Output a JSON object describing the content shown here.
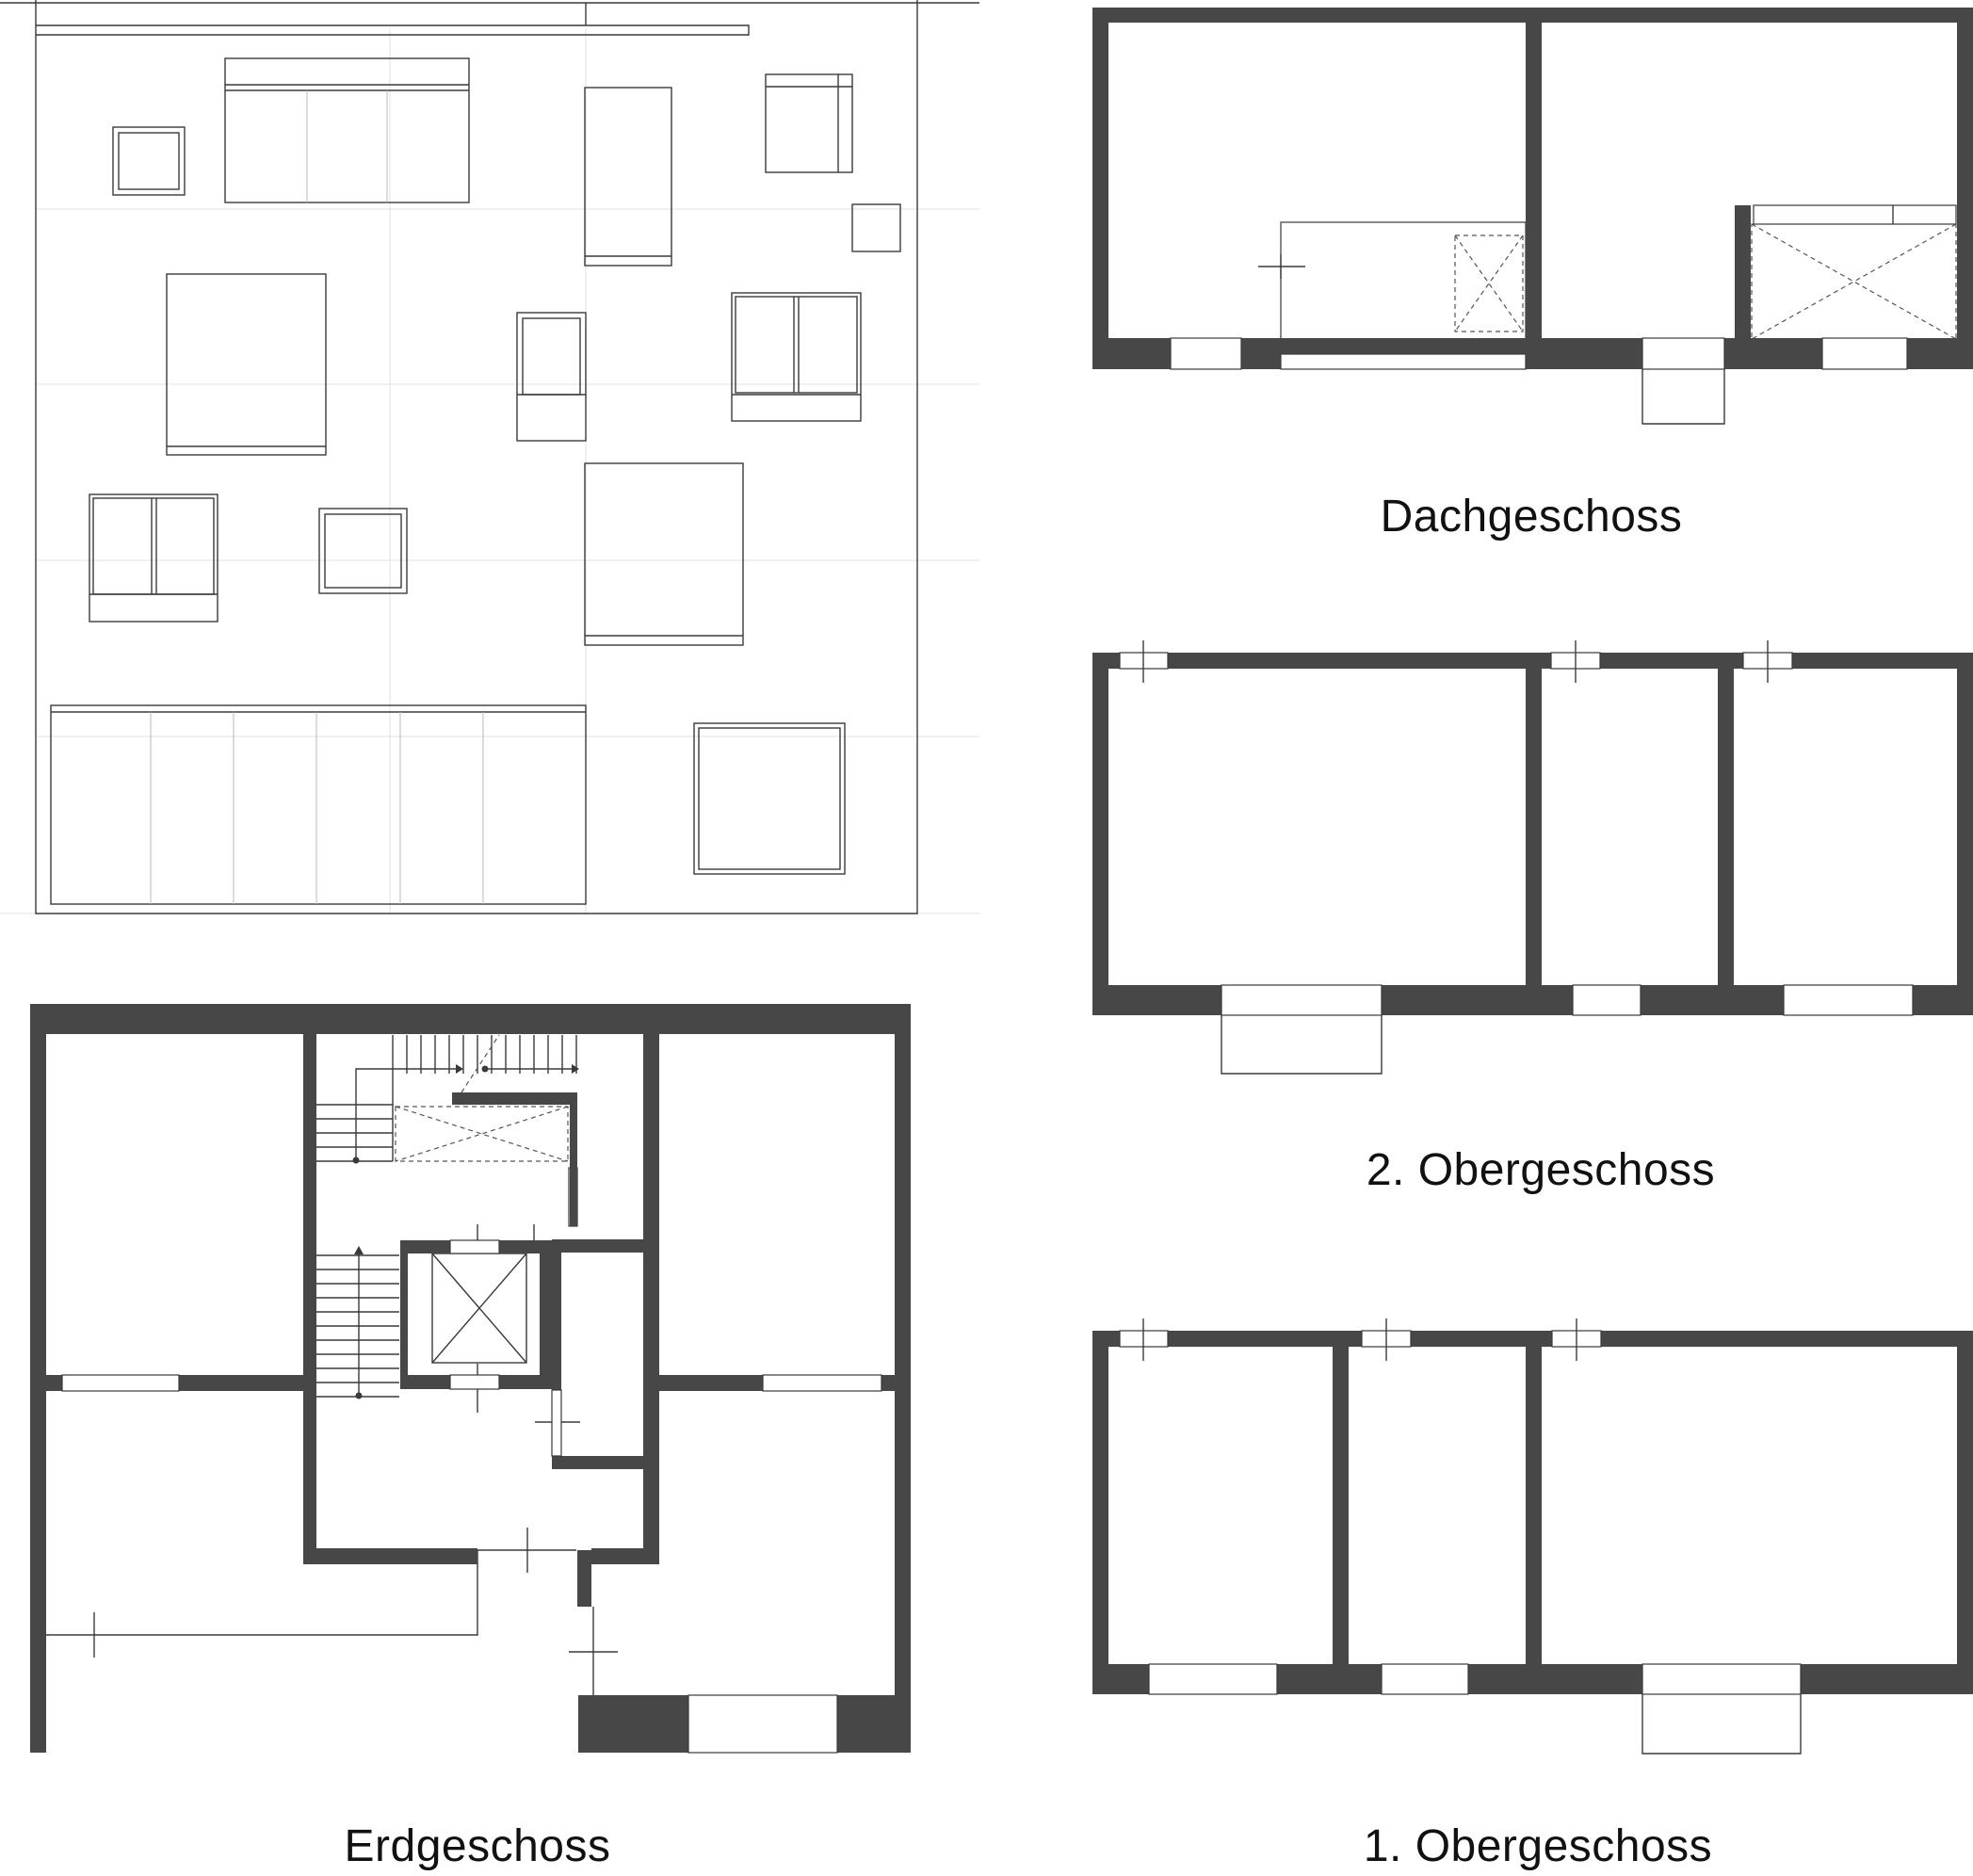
{
  "labels": {
    "roof": "Dachgeschoss",
    "second_floor": "2. Obergeschoss",
    "first_floor": "1. Obergeschoss",
    "ground_floor": "Erdgeschoss"
  },
  "colors": {
    "wall": "#474747",
    "line": "#3a3a3a",
    "background": "#ffffff"
  }
}
